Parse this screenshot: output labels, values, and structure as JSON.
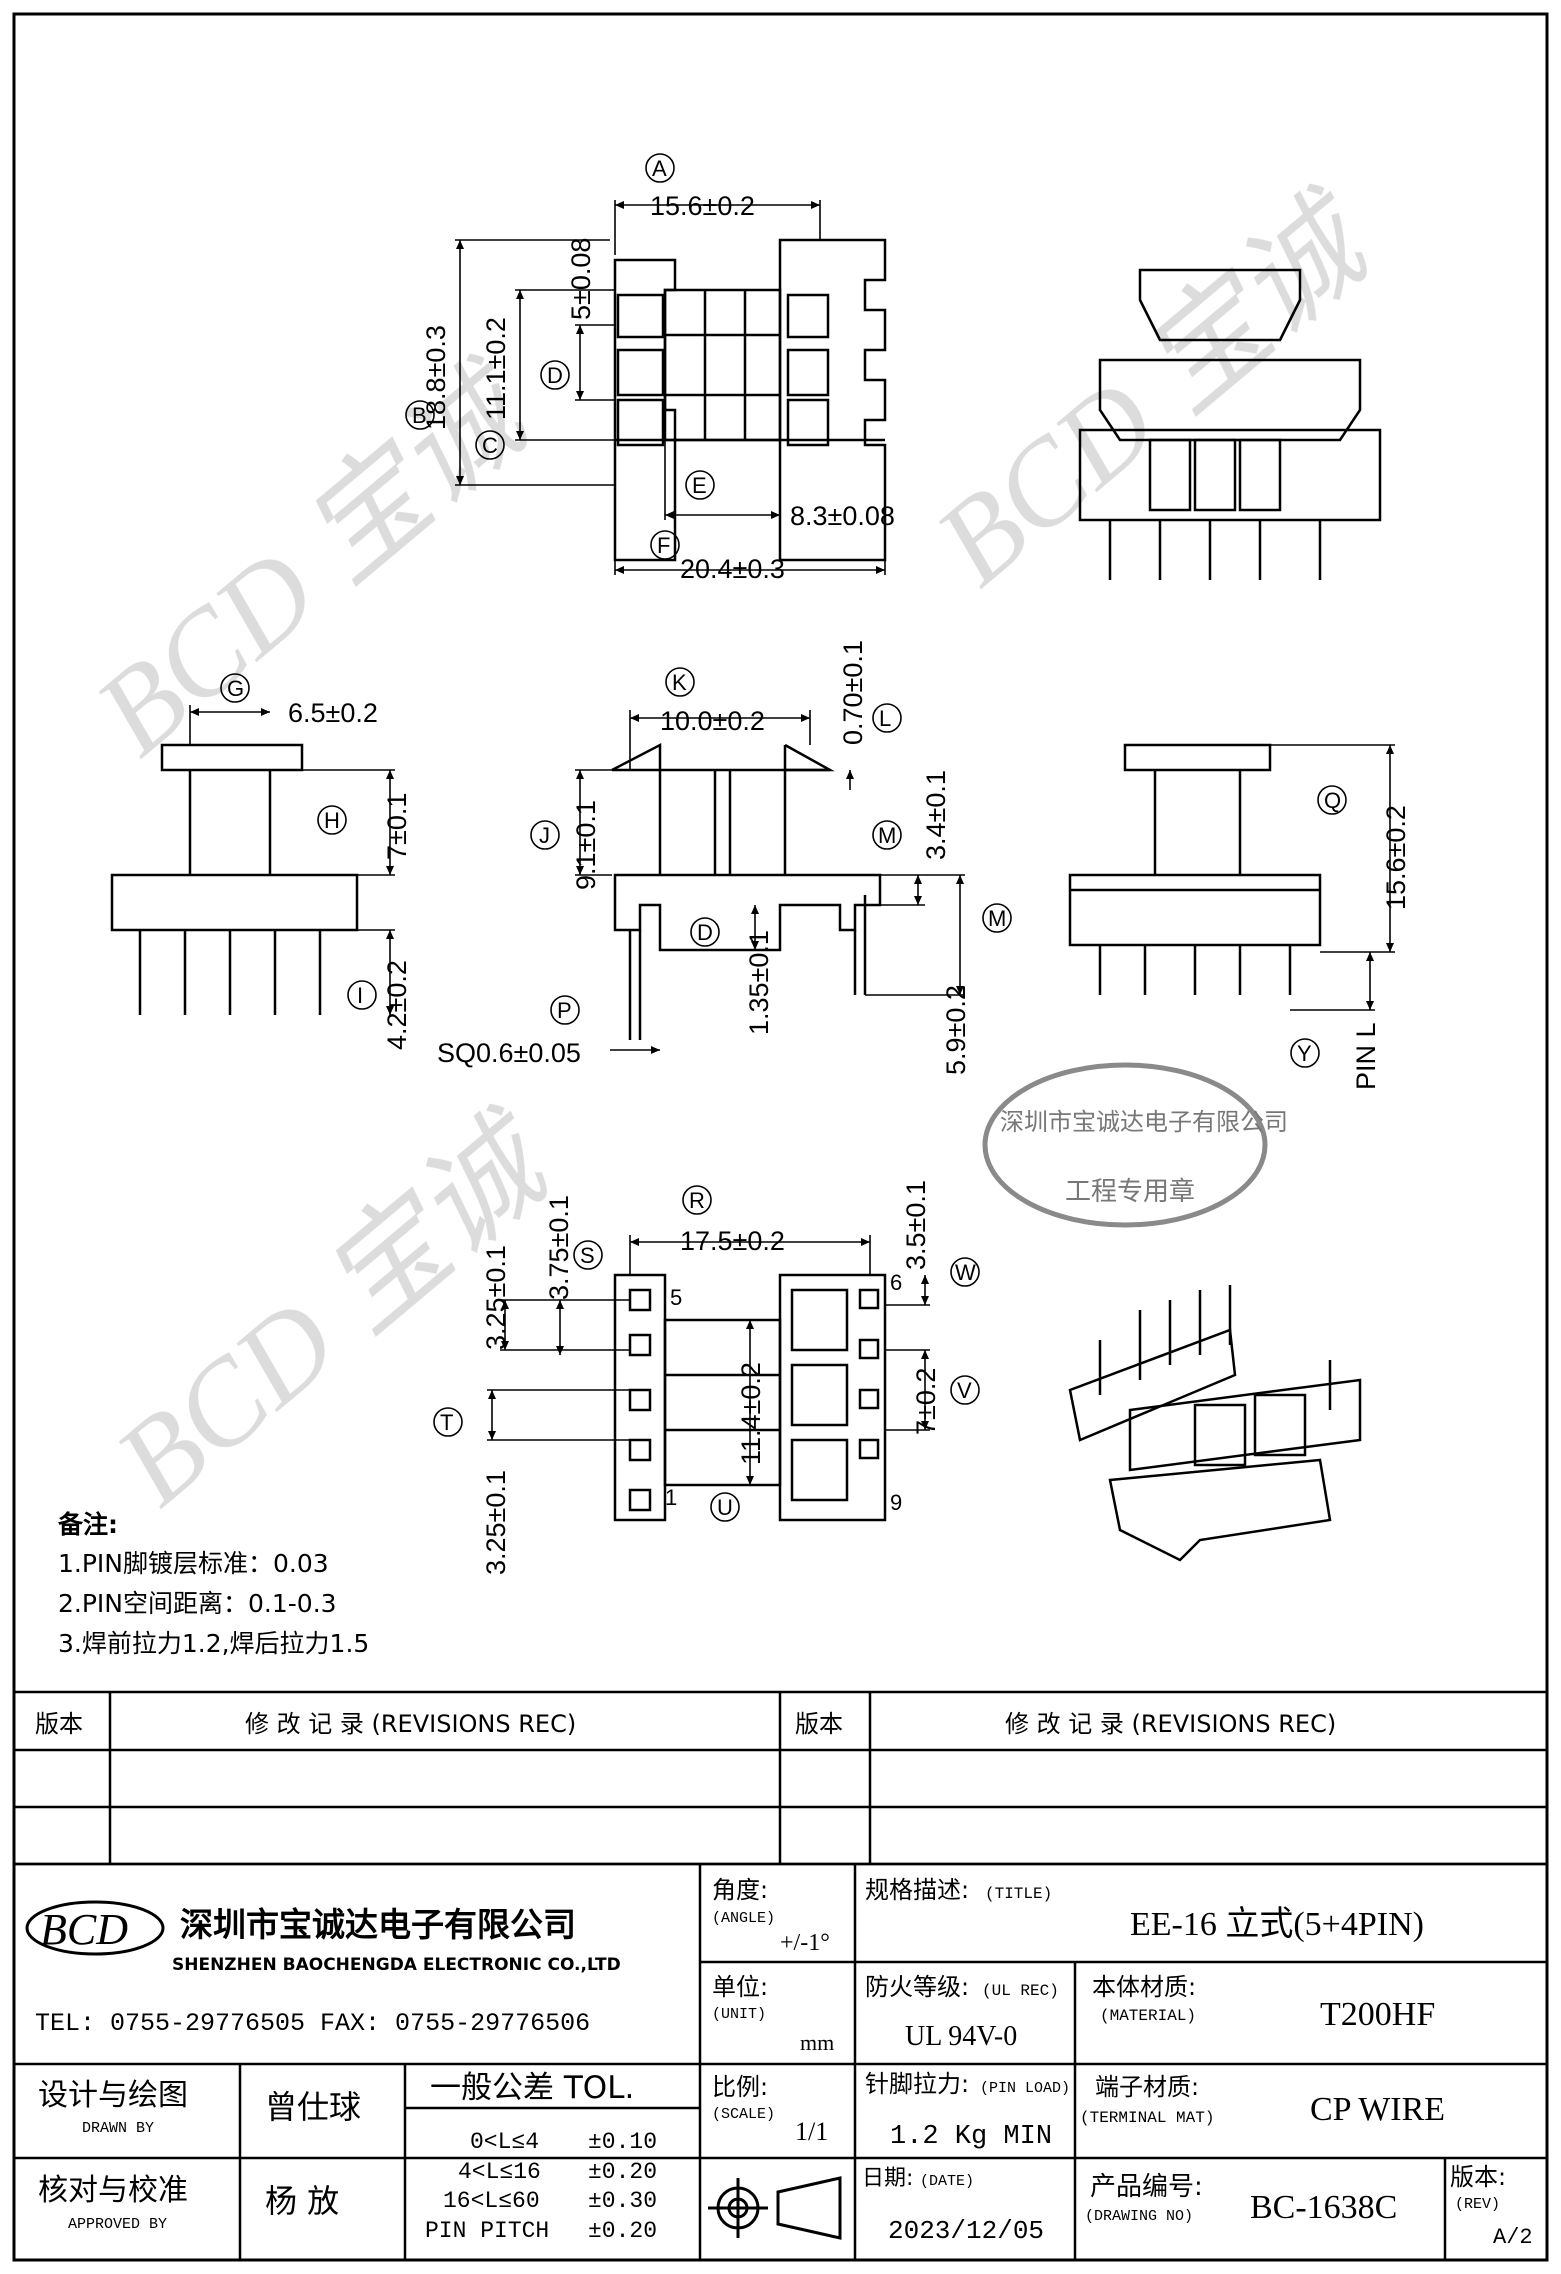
{
  "dims": {
    "A": "15.6±0.2",
    "B": "18.8±0.3",
    "C": "11.1±0.2",
    "D": "5±0.08",
    "E": "8.3±0.08",
    "F": "20.4±0.3",
    "G": "6.5±0.2",
    "H": "7±0.1",
    "I": "4.2±0.2",
    "K": "10.0±0.2",
    "L": "0.70±0.1",
    "J": "9.1±0.1",
    "M1": "3.4±0.1",
    "D2": "1.35±0.1",
    "M2": "5.9±0.2",
    "P": "SQ0.6±0.05",
    "Q": "15.6±0.2",
    "Y": "PIN L",
    "R": "17.5±0.2",
    "S": "3.75±0.1",
    "S2": "3.25±0.1",
    "T": "3.25±0.1",
    "U": "11.4±0.2",
    "W": "3.5±0.1",
    "V": "7±0.2"
  },
  "letters": [
    "A",
    "B",
    "C",
    "D",
    "E",
    "F",
    "G",
    "H",
    "I",
    "J",
    "K",
    "L",
    "M",
    "D",
    "M",
    "P",
    "Q",
    "Y",
    "R",
    "S",
    "T",
    "U",
    "V",
    "W"
  ],
  "pin_numbers": {
    "p5": "5",
    "p1": "1",
    "p6": "6",
    "p9": "9"
  },
  "notes": {
    "title": "备注:",
    "items": [
      "1.PIN脚镀层标准：0.03",
      "2.PIN空间距离：0.1-0.3",
      "3.焊前拉力1.2,焊后拉力1.5"
    ]
  },
  "revision": {
    "ver_label": "版本",
    "rec_label": "修  改  记  录  (REVISIONS REC)"
  },
  "company": {
    "logo": "BCD",
    "name_cn": "深圳市宝诚达电子有限公司",
    "name_en": "SHENZHEN BAOCHENGDA ELECTRONIC CO.,LTD",
    "tel": "TEL: 0755-29776505  FAX: 0755-29776506"
  },
  "stamp": {
    "top": "深圳市宝诚达电子有限公司",
    "bottom": "工程专用章"
  },
  "title_block": {
    "angle_label": "角度:",
    "angle_en": "(ANGLE)",
    "angle_value": "+/-1°",
    "title_label": "规格描述:",
    "title_en": "(TITLE)",
    "title_value": "EE-16 立式(5+4PIN)",
    "unit_label": "单位:",
    "unit_en": "(UNIT)",
    "unit_value": "mm",
    "ul_label": "防火等级:",
    "ul_en": "(UL REC)",
    "ul_value": "UL 94V-0",
    "material_label": "本体材质:",
    "material_en": "(MATERIAL)",
    "material_value": "T200HF",
    "design_label": "设计与绘图",
    "design_en": "DRAWN BY",
    "design_value": "曾仕球",
    "approve_label": "核对与校准",
    "approve_en": "APPROVED BY",
    "approve_value": "杨  放",
    "tol_label": "一般公差 TOL.",
    "tol_rows": [
      {
        "range": "0<L≤4",
        "val": "±0.10"
      },
      {
        "range": "4<L≤16",
        "val": "±0.20"
      },
      {
        "range": "16<L≤60",
        "val": "±0.30"
      },
      {
        "range": "PIN PITCH",
        "val": "±0.20"
      }
    ],
    "scale_label": "比例:",
    "scale_en": "(SCALE)",
    "scale_value": "1/1",
    "load_label": "针脚拉力:",
    "load_en": "(PIN LOAD)",
    "load_value": "1.2 Kg MIN",
    "terminal_label": "端子材质:",
    "terminal_en": "(TERMINAL MAT)",
    "terminal_value": "CP WIRE",
    "date_label": "日期:",
    "date_en": "(DATE)",
    "date_value": "2023/12/05",
    "no_label": "产品编号:",
    "no_en": "(DRAWING NO)",
    "no_value": "BC-1638C",
    "rev_label": "版本:",
    "rev_en": "(REV)",
    "rev_value": "A/2"
  }
}
